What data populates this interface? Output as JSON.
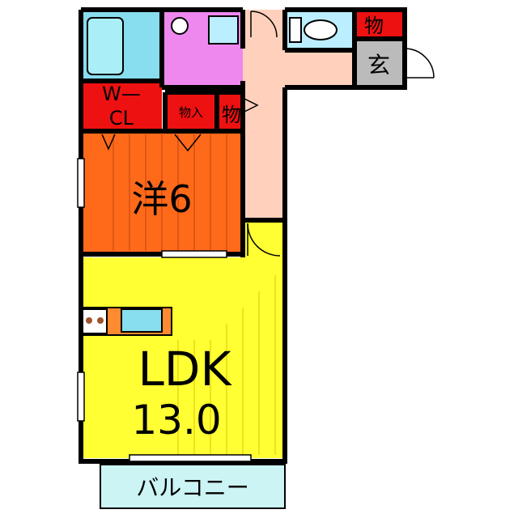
{
  "rooms": {
    "bedroom": {
      "label": "洋6",
      "color": "#ff6a1a"
    },
    "ldk": {
      "label": "LDK",
      "size": "13.0",
      "color": "#ffff33"
    },
    "walk_in_closet": {
      "label_line1": "W—",
      "label_line2": "CL",
      "color": "#ee1111"
    },
    "closet_small": {
      "label": "物入",
      "color": "#ee1111"
    },
    "closet_side": {
      "label": "物",
      "color": "#ee1111"
    },
    "storage_entry": {
      "label": "物",
      "color": "#ee1111"
    },
    "genkan": {
      "label": "玄",
      "color": "#bbbbbb"
    },
    "balcony": {
      "label": "バルコニー",
      "color": "#ccf4f4"
    },
    "bath": {
      "color": "#88ddee"
    },
    "washroom": {
      "color": "#ee88ee"
    },
    "toilet": {
      "color": "#bbeeff"
    },
    "hallway": {
      "color": "#ffd0bb"
    }
  }
}
